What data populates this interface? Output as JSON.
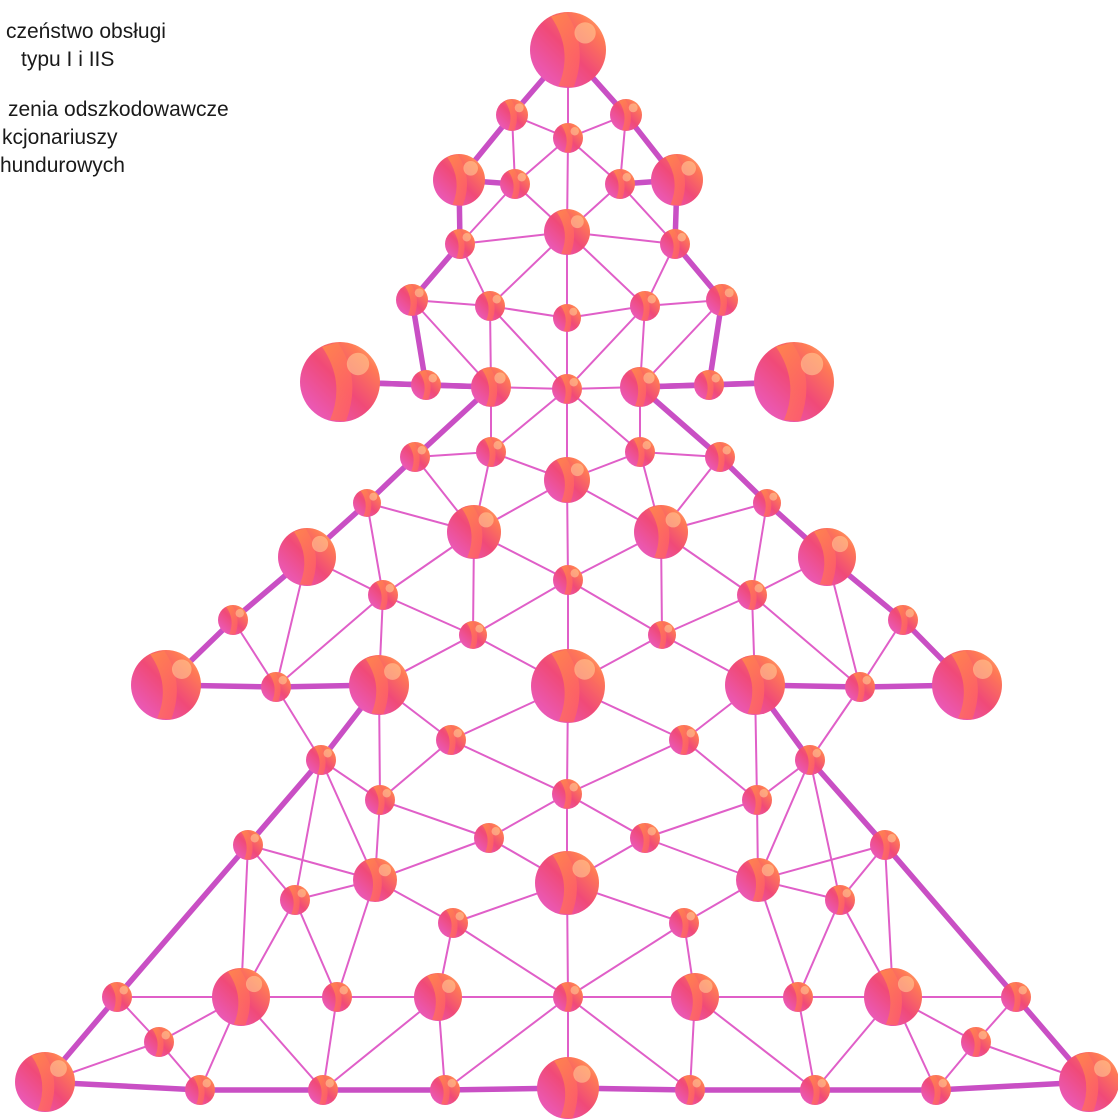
{
  "text": {
    "item1_line1": "czeństwo obsługi",
    "item1_line2": "typu I i IIS",
    "item2_line1": "zenia odszkodowawcze",
    "item2_line2": "kcjonariuszy",
    "item2_line3": "hundurowych"
  },
  "colors": {
    "edge": "#e05fc8",
    "edge_thick": "#c94fc4",
    "node_base": "#f0487a",
    "node_hi": "#ff9a5a",
    "node_pink": "#e85fd0"
  }
}
